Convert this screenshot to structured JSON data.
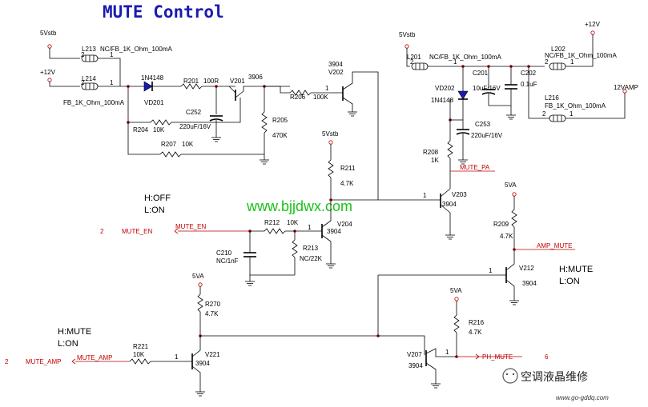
{
  "title": "MUTE Control",
  "watermark": "www.bjjdwx.com",
  "brand": {
    "name": "空调液晶维修",
    "url": "www.go-gddq.com"
  },
  "notes": {
    "h_off": "H:OFF",
    "l_on": "L:ON",
    "h_mute": "H:MUTE",
    "l_on2": "L:ON",
    "h_mute_left": "H:MUTE",
    "l_on_left": "L:ON"
  },
  "ports": {
    "mute_en": {
      "pin": "2",
      "label": "MUTE_EN",
      "net": "MUTE_EN"
    },
    "mute_amp": {
      "pin": "2",
      "label": "MUTE_AMP",
      "net": "MUTE_AMP"
    },
    "ph_mute": {
      "pin": "6",
      "net": "PH_MUTE"
    },
    "amp_mute": "AMP_MUTE",
    "mute_pa": "MUTE_PA"
  },
  "power": {
    "v5stb_1": "5Vstb",
    "v12_1": "+12V",
    "v5stb_2": "5Vstb",
    "v5stb_3": "5Vstb",
    "v12_2": "+12V",
    "v12amp": "12VAMP",
    "va_1": "5VA",
    "va_2": "5VA",
    "va_3": "5VA"
  },
  "components": {
    "L213": {
      "ref": "L213",
      "value": "NC/FB_1K_Ohm_100mA",
      "p2": "2",
      "p1": "1"
    },
    "L214": {
      "ref": "L214",
      "value": "FB_1K_Ohm_100mA",
      "p2": "2",
      "p1": "1"
    },
    "VD201": {
      "ref": "VD201",
      "value": "1N4148"
    },
    "R201": {
      "ref": "R201",
      "value": "100R"
    },
    "C252": {
      "ref": "C252",
      "value": "220uF/16V"
    },
    "R204": {
      "ref": "R204",
      "value": "10K"
    },
    "R207": {
      "ref": "R207",
      "value": "10K"
    },
    "V201": {
      "ref": "V201",
      "value": "3906"
    },
    "R205": {
      "ref": "R205",
      "value": "470K"
    },
    "R206": {
      "ref": "R206",
      "value": "100K",
      "pin": "1"
    },
    "V202": {
      "ref": "V202",
      "value": "3904"
    },
    "L201": {
      "ref": "L201",
      "value": "NC/FB_1K_Ohm_100mA",
      "p2": "2",
      "p1": "1"
    },
    "L202": {
      "ref": "L202",
      "value": "NC/FB_1K_Ohm_100mA",
      "p2": "2",
      "p1": "1"
    },
    "C201": {
      "ref": "C201",
      "value": "10uF/16V"
    },
    "C202": {
      "ref": "C202",
      "value": "0.1uF"
    },
    "L216": {
      "ref": "L216",
      "value": "FB_1K_Ohm_100mA",
      "p2": "2",
      "p1": "1"
    },
    "VD202": {
      "ref": "VD202",
      "value": "1N4148"
    },
    "C253": {
      "ref": "C253",
      "value": "220uF/16V"
    },
    "R208": {
      "ref": "R208",
      "value": "1K"
    },
    "R211": {
      "ref": "R211",
      "value": "4.7K"
    },
    "V203": {
      "ref": "V203",
      "value": "3904",
      "pin": "1"
    },
    "R212": {
      "ref": "R212",
      "value": "10K",
      "pin": "1"
    },
    "C210": {
      "ref": "C210",
      "value": "NC/1nF"
    },
    "R213": {
      "ref": "R213",
      "value": "NC/22K"
    },
    "V204": {
      "ref": "V204",
      "value": "3904"
    },
    "R209": {
      "ref": "R209",
      "value": "4.7K"
    },
    "V212": {
      "ref": "V212",
      "value": "3904",
      "pin": "1"
    },
    "R270": {
      "ref": "R270",
      "value": "4.7K"
    },
    "R221": {
      "ref": "R221",
      "value": "10K"
    },
    "V221": {
      "ref": "V221",
      "value": "3904",
      "pin": "1"
    },
    "R216": {
      "ref": "R216",
      "value": "4.7K"
    },
    "V207": {
      "ref": "V207",
      "value": "3904",
      "pin": "1"
    }
  },
  "colors": {
    "title": "#1b1bb0",
    "net_label": "#c00000",
    "watermark": "#19c219",
    "wire": "#000000"
  }
}
